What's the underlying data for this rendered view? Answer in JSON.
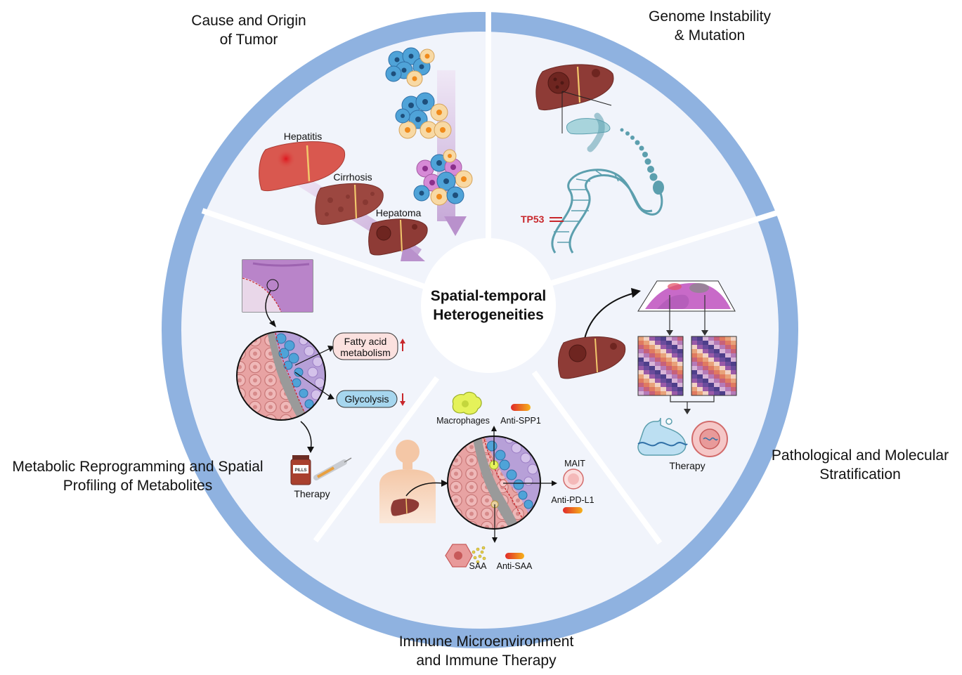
{
  "center": {
    "line1": "Spatial-temporal",
    "line2": "Heterogeneities"
  },
  "sections": {
    "cause": {
      "title_line1": "Cause and Origin",
      "title_line2": "of Tumor",
      "labels": {
        "hepatitis": "Hepatitis",
        "cirrhosis": "Cirrhosis",
        "hepatoma": "Hepatoma"
      }
    },
    "genome": {
      "title_line1": "Genome Instability",
      "title_line2": "& Mutation",
      "labels": {
        "tp53": "TP53"
      }
    },
    "pathology": {
      "title_line1": "Pathological and Molecular",
      "title_line2": "Stratification",
      "labels": {
        "therapy": "Therapy"
      }
    },
    "immune": {
      "title_line1": "Immune Microenvironment",
      "title_line2": "and Immune Therapy",
      "labels": {
        "macrophages": "Macrophages",
        "anti_spp1": "Anti-SPP1",
        "mait": "MAIT",
        "anti_pdl1": "Anti-PD-L1",
        "saa": "SAA",
        "anti_saa": "Anti-SAA"
      }
    },
    "metabolic": {
      "title_line1": "Metabolic Reprogramming and Spatial",
      "title_line2": "Profiling of Metabolites",
      "labels": {
        "fatty_line1": "Fatty acid",
        "fatty_line2": "metabolism",
        "glycolysis": "Glycolysis",
        "therapy": "Therapy",
        "pills": "PILLS"
      }
    }
  },
  "colors": {
    "ring": "#8fb2e0",
    "ring_dark": "#7aa0d6",
    "disc": "#f1f4fb",
    "liver": "#8e3b36",
    "hepatitis_liver": "#d9584f",
    "arrow": "#c9a4d6",
    "tp53": "#c8262b",
    "dna": "#5c9fae"
  }
}
